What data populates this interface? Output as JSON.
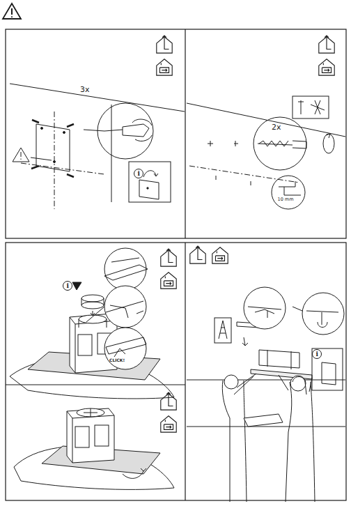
{
  "diagram": {
    "labels": [
      "3x",
      "i",
      "2x",
      "10 mm",
      "i",
      "CLICK!",
      "i"
    ]
  }
}
